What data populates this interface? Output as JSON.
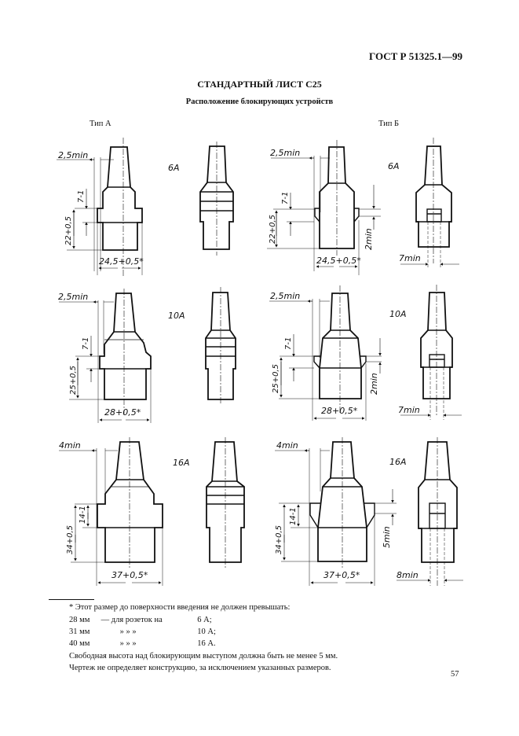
{
  "header": {
    "standard_id": "ГОСТ Р 51325.1—99"
  },
  "sheet": {
    "title": "СТАНДАРТНЫЙ ЛИСТ С25",
    "subtitle": "Расположение блокирующих устройств"
  },
  "types": [
    {
      "label": "Тип А"
    },
    {
      "label": "Тип Б"
    }
  ],
  "drawings": {
    "a6": {
      "rating": "6А",
      "min_label": "2,5min",
      "tol_label": "7-1",
      "height_label": "22+0,5",
      "width_label": "24,5+0,5*"
    },
    "b6": {
      "rating": "6А",
      "min_label": "2,5min",
      "tol_label": "7-1",
      "height_label": "22+0,5",
      "width_label": "24,5+0,5*",
      "gap_label": "2min",
      "side_label": "7min"
    },
    "a10": {
      "rating": "10А",
      "min_label": "2,5min",
      "tol_label": "7-1",
      "height_label": "25+0,5",
      "width_label": "28+0,5*"
    },
    "b10": {
      "rating": "10А",
      "min_label": "2,5min",
      "tol_label": "7-1",
      "height_label": "25+0,5",
      "width_label": "28+0,5*",
      "gap_label": "2min",
      "side_label": "7min"
    },
    "a16": {
      "rating": "16А",
      "min_label": "4min",
      "tol_label": "14-1",
      "height_label": "34+0,5",
      "width_label": "37+0,5*"
    },
    "b16": {
      "rating": "16А",
      "min_label": "4min",
      "tol_label": "14-1",
      "height_label": "34+0,5",
      "width_label": "37+0,5*",
      "gap_label": "5min",
      "side_label": "8min"
    }
  },
  "footnotes": {
    "star_note": "* Этот размер до поверхности введения не должен превышать:",
    "rows": [
      {
        "value": "28 мм",
        "text": "— для розеток на",
        "rating": "6 А;"
      },
      {
        "value": "31 мм",
        "text": "»        »        »",
        "rating": "10 А;"
      },
      {
        "value": "40 мм",
        "text": "»        »        »",
        "rating": "16 А."
      }
    ],
    "free_height": "Свободная высота над блокирующим выступом должна быть не менее 5 мм.",
    "disclaimer": "Чертеж не определяет конструкцию, за исключением указанных размеров."
  },
  "page_number": "57"
}
